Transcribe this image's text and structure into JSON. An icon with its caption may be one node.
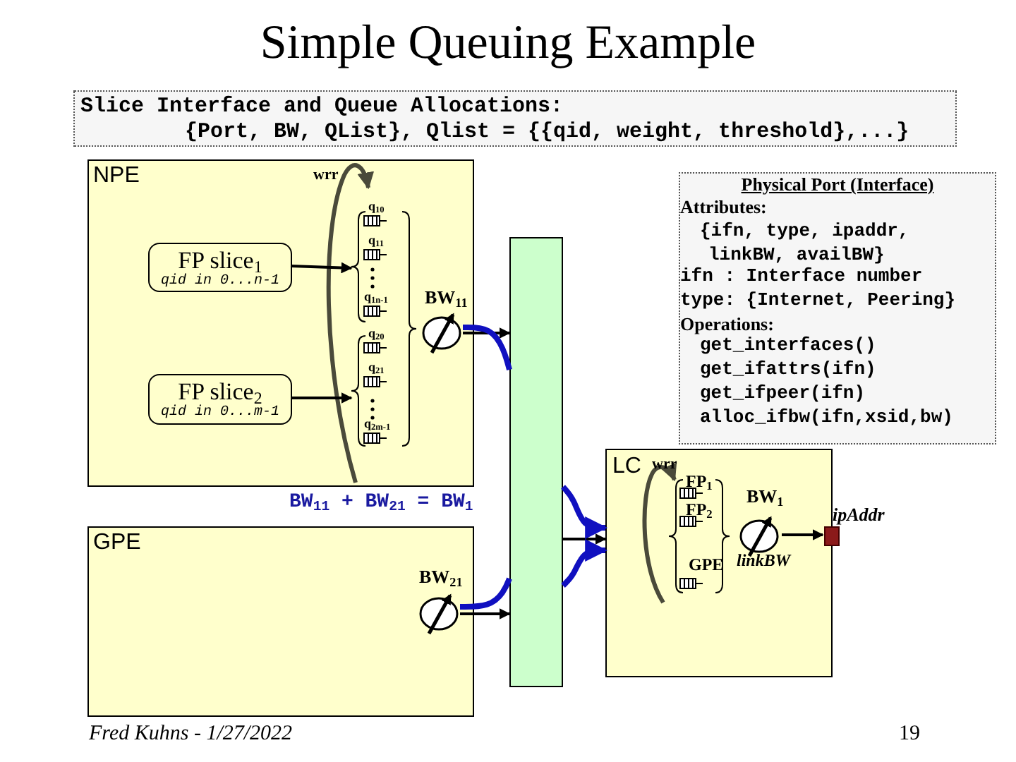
{
  "diagram": {
    "title": "Simple Queuing Example",
    "nodes": [
      {
        "text": [
          "Slice Interface and Queue Allocations:",
          "{Port, BW, QList}, Qlist = {{qid, weight, threshold},...}"
        ]
      },
      {
        "text": [
          "NPE"
        ]
      },
      {
        "text": [
          "FP slice$_{1}$",
          "qid in 0...n-1"
        ],
        "in": 1
      },
      {
        "text": [
          "FP slice$_{2}$",
          "qid in 0...m-1"
        ],
        "in": 1
      },
      {
        "text": [
          "BW$_{11}$"
        ],
        "in": 1
      },
      {
        "text": [
          "Physical Port (Interface)",
          "Attributes:",
          "{ifn, type, ipaddr, linkBW, availBW}",
          "ifn : Interface number",
          "type: {Internet, Peering}",
          "Operations:",
          "get_interfaces()",
          "get_ifattrs(ifn)",
          "get_ifpeer(ifn)",
          "alloc_ifbw(ifn,xsid,bw)"
        ]
      },
      {
        "text": [
          "LC"
        ]
      },
      {
        "text": [
          "BW$_{1}$"
        ],
        "in": 6
      },
      {
        "text": [],
        "shape": "box",
        "beside": [
          "ipAddr"
        ],
        "in": 6
      },
      {
        "text": [],
        "shape": "bar"
      },
      {
        "text": [
          "GPE"
        ]
      },
      {
        "text": [
          "BW$_{21}$"
        ],
        "in": 10
      }
    ],
    "edges": [
      {
        "from": 2,
        "to": null,
        "arrow": "to"
      },
      {
        "from": 3,
        "to": null,
        "arrow": "to"
      },
      {
        "from": 4,
        "to": 9,
        "arrow": "to"
      },
      {
        "from": 4,
        "to": 9,
        "arrow": "none",
        "style": "thick",
        "color": "#1010c0"
      },
      {
        "from": 11,
        "to": 9,
        "arrow": "to"
      },
      {
        "from": 11,
        "to": 9,
        "arrow": "none",
        "style": "thick",
        "color": "#1010c0"
      },
      {
        "from": 9,
        "to": 6,
        "arrow": "to"
      },
      {
        "from": 9,
        "to": 6,
        "arrow": "to",
        "style": "thick",
        "color": "#1010c0"
      },
      {
        "from": 9,
        "to": 6,
        "arrow": "to",
        "style": "thick",
        "color": "#1010c0"
      },
      {
        "from": 7,
        "to": 8,
        "arrow": "to"
      }
    ],
    "labels": [
      "wrr",
      "q$_{10}$",
      "q$_{11}$",
      "q$_{1n-1}$",
      "q$_{20}$",
      "q$_{21}$",
      "q$_{2m-1}$",
      "BW$_{11}$ + BW$_{21}$ = BW$_{1}$",
      "wrr",
      "FP$_{1}$",
      "FP$_{2}$",
      "GPE",
      "linkBW",
      "Fred Kuhns - 1/27/2022",
      "19"
    ]
  }
}
